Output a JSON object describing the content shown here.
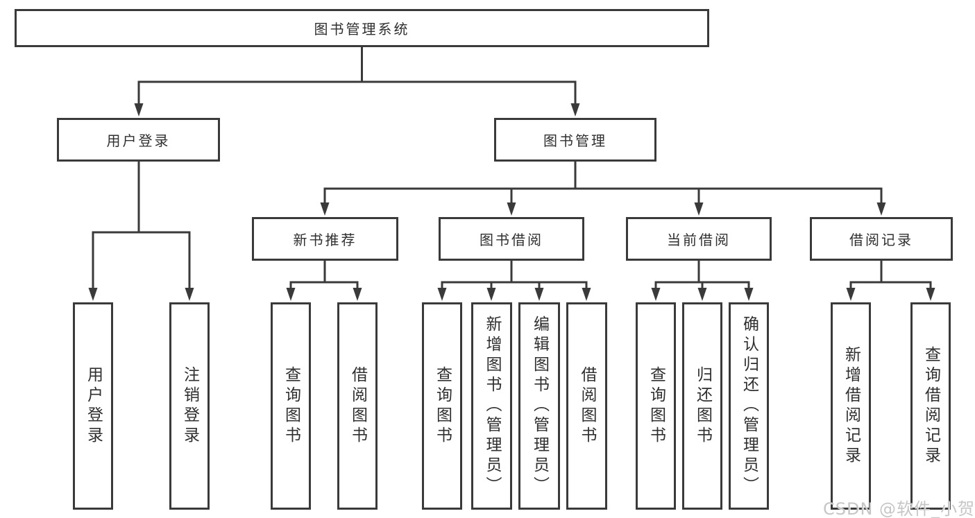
{
  "diagram": {
    "root": {
      "label": "图书管理系统"
    },
    "branches": [
      {
        "label": "用户登录",
        "children": [
          {
            "label": "用户登录"
          },
          {
            "label": "注销登录"
          }
        ]
      },
      {
        "label": "图书管理",
        "children": [
          {
            "label": "新书推荐",
            "children": [
              {
                "label": "查询图书"
              },
              {
                "label": "借阅图书"
              }
            ]
          },
          {
            "label": "图书借阅",
            "children": [
              {
                "label": "查询图书"
              },
              {
                "label": "新增图书（管理员）"
              },
              {
                "label": "编辑图书（管理员）"
              },
              {
                "label": "借阅图书"
              }
            ]
          },
          {
            "label": "当前借阅",
            "children": [
              {
                "label": "查询图书"
              },
              {
                "label": "归还图书"
              },
              {
                "label": "确认归还（管理员）"
              }
            ]
          },
          {
            "label": "借阅记录",
            "children": [
              {
                "label": "新增借阅记录"
              },
              {
                "label": "查询借阅记录"
              }
            ]
          }
        ]
      }
    ]
  },
  "watermark": {
    "text": "CSDN @软件_小贺同学"
  },
  "colors": {
    "line": "#3a3a3a",
    "text": "#2f2f2f",
    "background": "#ffffff",
    "watermark": "#c6c6c6"
  }
}
